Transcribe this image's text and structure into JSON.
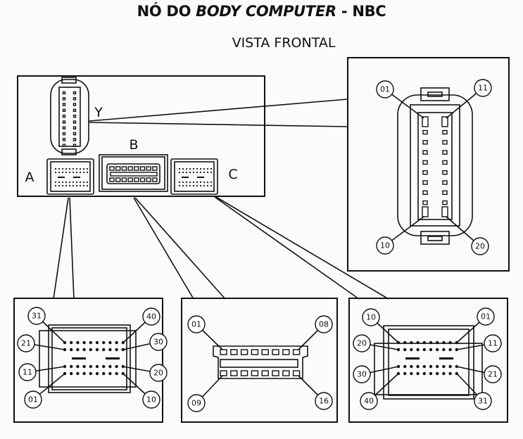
{
  "title": {
    "part1": "NÓ DO ",
    "part2": "BODY COMPUTER",
    "part3": " - NBC"
  },
  "subtitle": "VISTA FRONTAL",
  "connector_labels": {
    "A": "A",
    "B": "B",
    "C": "C",
    "Y": "Y"
  },
  "connector_Y": {
    "pins": 20,
    "callouts": {
      "top_left": "01",
      "top_right": "11",
      "bottom_left": "10",
      "bottom_right": "20"
    }
  },
  "connector_A": {
    "pins": 40,
    "callouts": {
      "row1_left": "31",
      "row1_right": "40",
      "row2_left": "21",
      "row2_right": "30",
      "row3_left": "11",
      "row3_right": "20",
      "row4_left": "01",
      "row4_right": "10"
    }
  },
  "connector_B": {
    "pins": 16,
    "callouts": {
      "top_left": "01",
      "top_right": "08",
      "bottom_left": "09",
      "bottom_right": "16"
    }
  },
  "connector_C": {
    "pins": 40,
    "callouts": {
      "row1_left": "10",
      "row1_right": "01",
      "row2_left": "20",
      "row2_right": "11",
      "row3_left": "30",
      "row3_right": "21",
      "row4_left": "40",
      "row4_right": "31"
    }
  }
}
